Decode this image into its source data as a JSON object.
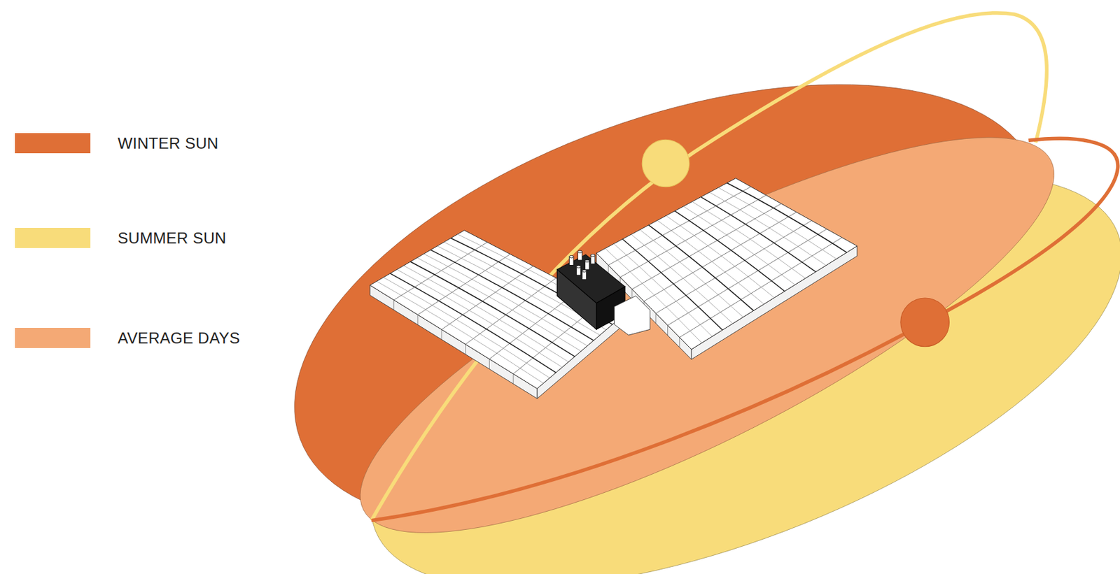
{
  "diagram": {
    "legend": [
      {
        "text": "WINTER SUN",
        "color": "#DF6F36"
      },
      {
        "text": "SUMMER SUN",
        "color": "#F8DC7A"
      },
      {
        "text": "AVERAGE DAYS",
        "color": "#F4A975"
      }
    ]
  }
}
